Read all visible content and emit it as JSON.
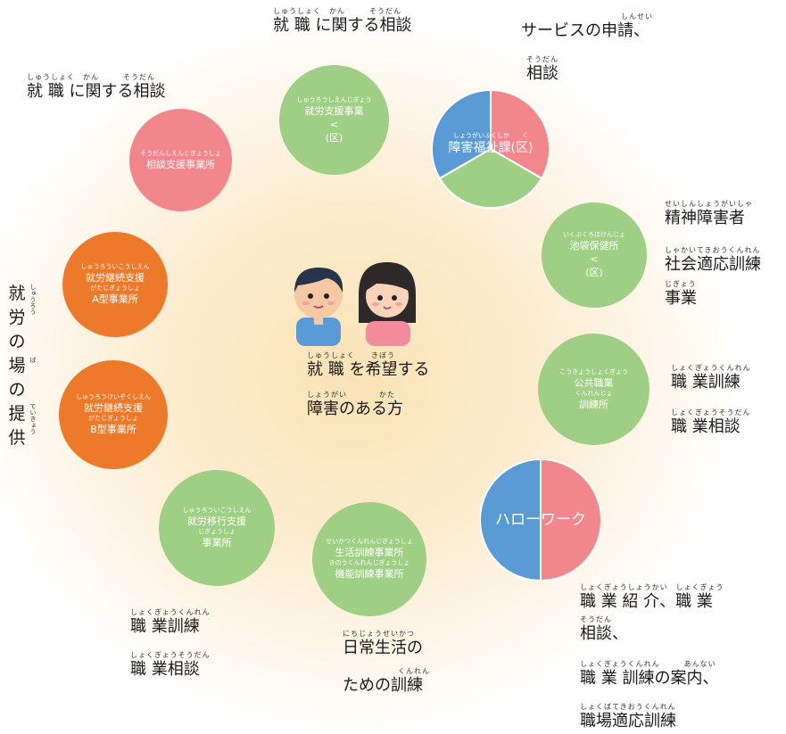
{
  "colors": {
    "green": "#9fcf84",
    "pink": "#f2868d",
    "orange": "#ec7a2a",
    "blue": "#5b9bd5",
    "glow": "#fbe3b6"
  },
  "center": {
    "line1": {
      "ruby": "しゅうしょく　　きぼう",
      "text": "就 職 を希望する"
    },
    "line2": {
      "ruby": "しょうがい　　　　かた",
      "text": "障害のある方"
    }
  },
  "nodes": {
    "shuro_shien": {
      "ruby": "しゅうろうしえんじぎょう",
      "line1": "就労支援事業",
      "line2": "<",
      "line3": "(区)"
    },
    "sodan_shien": {
      "ruby": "そうだんしえんじぎょうしょ",
      "line1": "相談支援事業所"
    },
    "a_type": {
      "ruby1": "しゅうろういこうしえん",
      "line1": "就労継続支援",
      "ruby2": "がたじぎょうしょ",
      "line2": "A型事業所"
    },
    "b_type": {
      "ruby1": "しゅうろうけいぞくしえん",
      "line1": "就労継続支援",
      "ruby2": "がたじぎょうしょ",
      "line2": "B型事業所"
    },
    "iko_shien": {
      "ruby1": "しゅうろういこうしえん",
      "line1": "就労移行支援",
      "ruby2": "じぎょうしょ",
      "line2": "事業所"
    },
    "seikatsu": {
      "ruby1": "せいかつくんれんじぎょうしょ",
      "line1": "生活訓練事業所",
      "ruby2": "きのうくんれんじぎょうしょ",
      "line2": "機能訓練事業所"
    },
    "hokenjo": {
      "ruby": "いくぶくろほけんじょ",
      "line1": "池袋保健所",
      "line2": "<",
      "line3": "(区)"
    },
    "kokyo": {
      "ruby": "こうきょうしょくぎょう",
      "line1": "公共職業",
      "ruby2": "くんれんじょ",
      "line2": "訓練所"
    },
    "shogai_fukushi": {
      "ruby": "しょうがいふくしか　　く",
      "label": "障害福祉課(区)"
    },
    "hellowork": {
      "label": "ハローワーク"
    }
  },
  "labels": {
    "top_center": {
      "ruby": "しゅうしょく　かん　　　そうだん",
      "text": "就 職 に関する相談"
    },
    "top_left": {
      "ruby": "しゅうしょく　かん　　　そうだん",
      "text": "就 職 に関する相談"
    },
    "top_right_1": {
      "ruby": "しんせい",
      "text": "サービスの申請、"
    },
    "top_right_2": {
      "ruby": "そうだん",
      "text": "相談"
    },
    "right_1": {
      "ruby": "せいしんしょうがいしゃ",
      "text": "精神障害者"
    },
    "right_2": {
      "ruby": "しゃかいてきおうくんれん",
      "text": "社会適応訓練"
    },
    "right_3": {
      "ruby": "じぎょう",
      "text": "事業"
    },
    "right_4": {
      "ruby": "しょくぎょうくんれん",
      "text": "職 業訓練"
    },
    "right_5": {
      "ruby": "しょくぎょうそうだん",
      "text": "職 業相談"
    },
    "br_1": {
      "ruby": "しょくぎょうしょうかい　しょくぎょう",
      "text": "職 業 紹 介、職 業"
    },
    "br_2": {
      "ruby": "そうだん",
      "text": "相談、"
    },
    "br_3": {
      "ruby": "しょくぎょうくんれん　　　あんない",
      "text": "職 業 訓練の案内、"
    },
    "br_4": {
      "ruby": "しょくばてきおうくんれん",
      "text": "職場適応訓練"
    },
    "bottom_center_1": {
      "ruby": "にちじょうせいかつ",
      "text": "日常生活の"
    },
    "bottom_center_2": {
      "ruby": "くんれん",
      "text": "ための訓練"
    },
    "bl_1": {
      "ruby": "しょくぎょうくんれん",
      "text": "職 業訓練"
    },
    "bl_2": {
      "ruby": "しょくぎょうそうだん",
      "text": "職 業相談"
    },
    "left_vertical": {
      "chars": [
        "就",
        "労",
        "の",
        "場",
        "の",
        "提",
        "供"
      ],
      "ruby1": "しゅうろう",
      "ruby2": "ば",
      "ruby3": "ていきょう"
    }
  }
}
